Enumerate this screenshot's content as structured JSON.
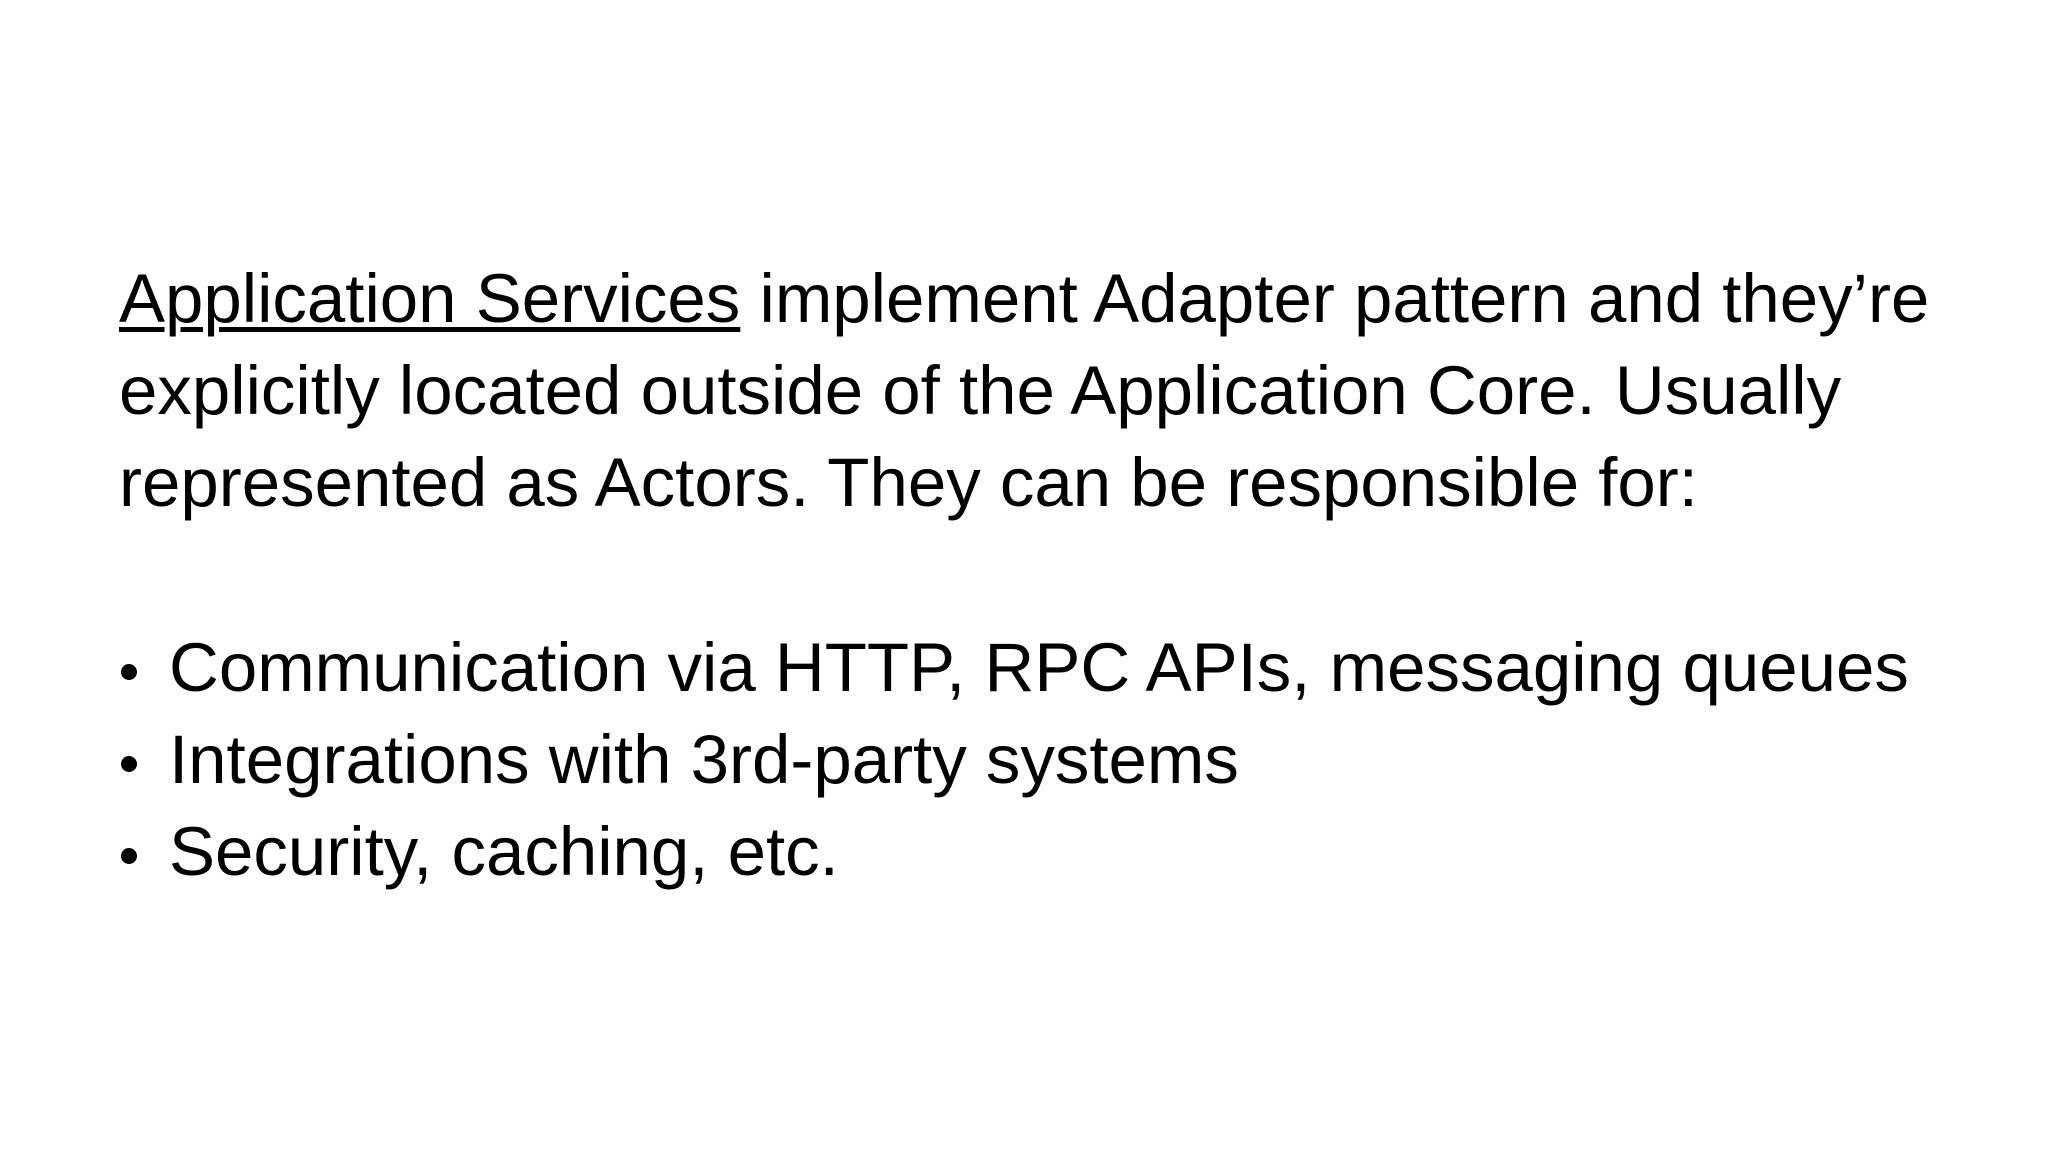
{
  "page": {
    "background_color": "#ffffff",
    "text_color": "#000000"
  },
  "paragraph": {
    "lead": "Application Services",
    "rest": " implement Adapter pattern and they’re explicitly located outside of the Application Core. Usually represented as Actors. They can be responsible for:"
  },
  "bullets": [
    {
      "label": "Communication via HTTP, RPC APIs, messaging queues"
    },
    {
      "label": "Integrations with 3rd-party systems"
    },
    {
      "label": "Security, caching, etc."
    }
  ],
  "icons": {
    "bullet": "filled-circle"
  }
}
